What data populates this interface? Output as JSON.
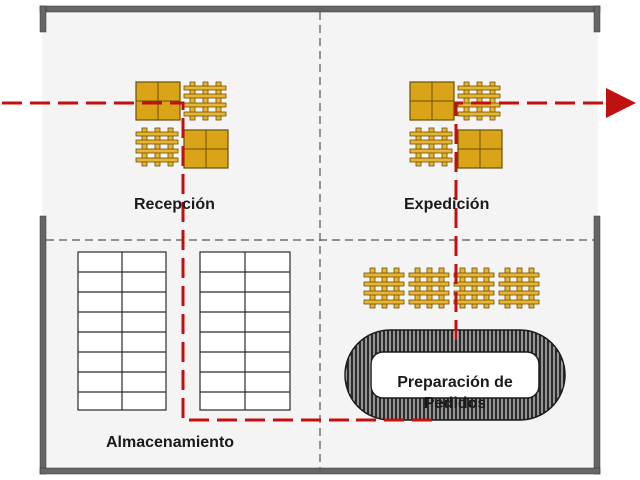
{
  "zones": {
    "reception": "Recepción",
    "shipping": "Expedición",
    "storage": "Almacenamiento",
    "picking_line1": "Preparación de",
    "picking_line2": "Pedidos"
  },
  "colors": {
    "floor": "#f4f4f4",
    "wall": "#666666",
    "flow": "#c01010",
    "pallet": "#d9a418",
    "pallet_edge": "#6b4f05",
    "divider": "#555555"
  }
}
